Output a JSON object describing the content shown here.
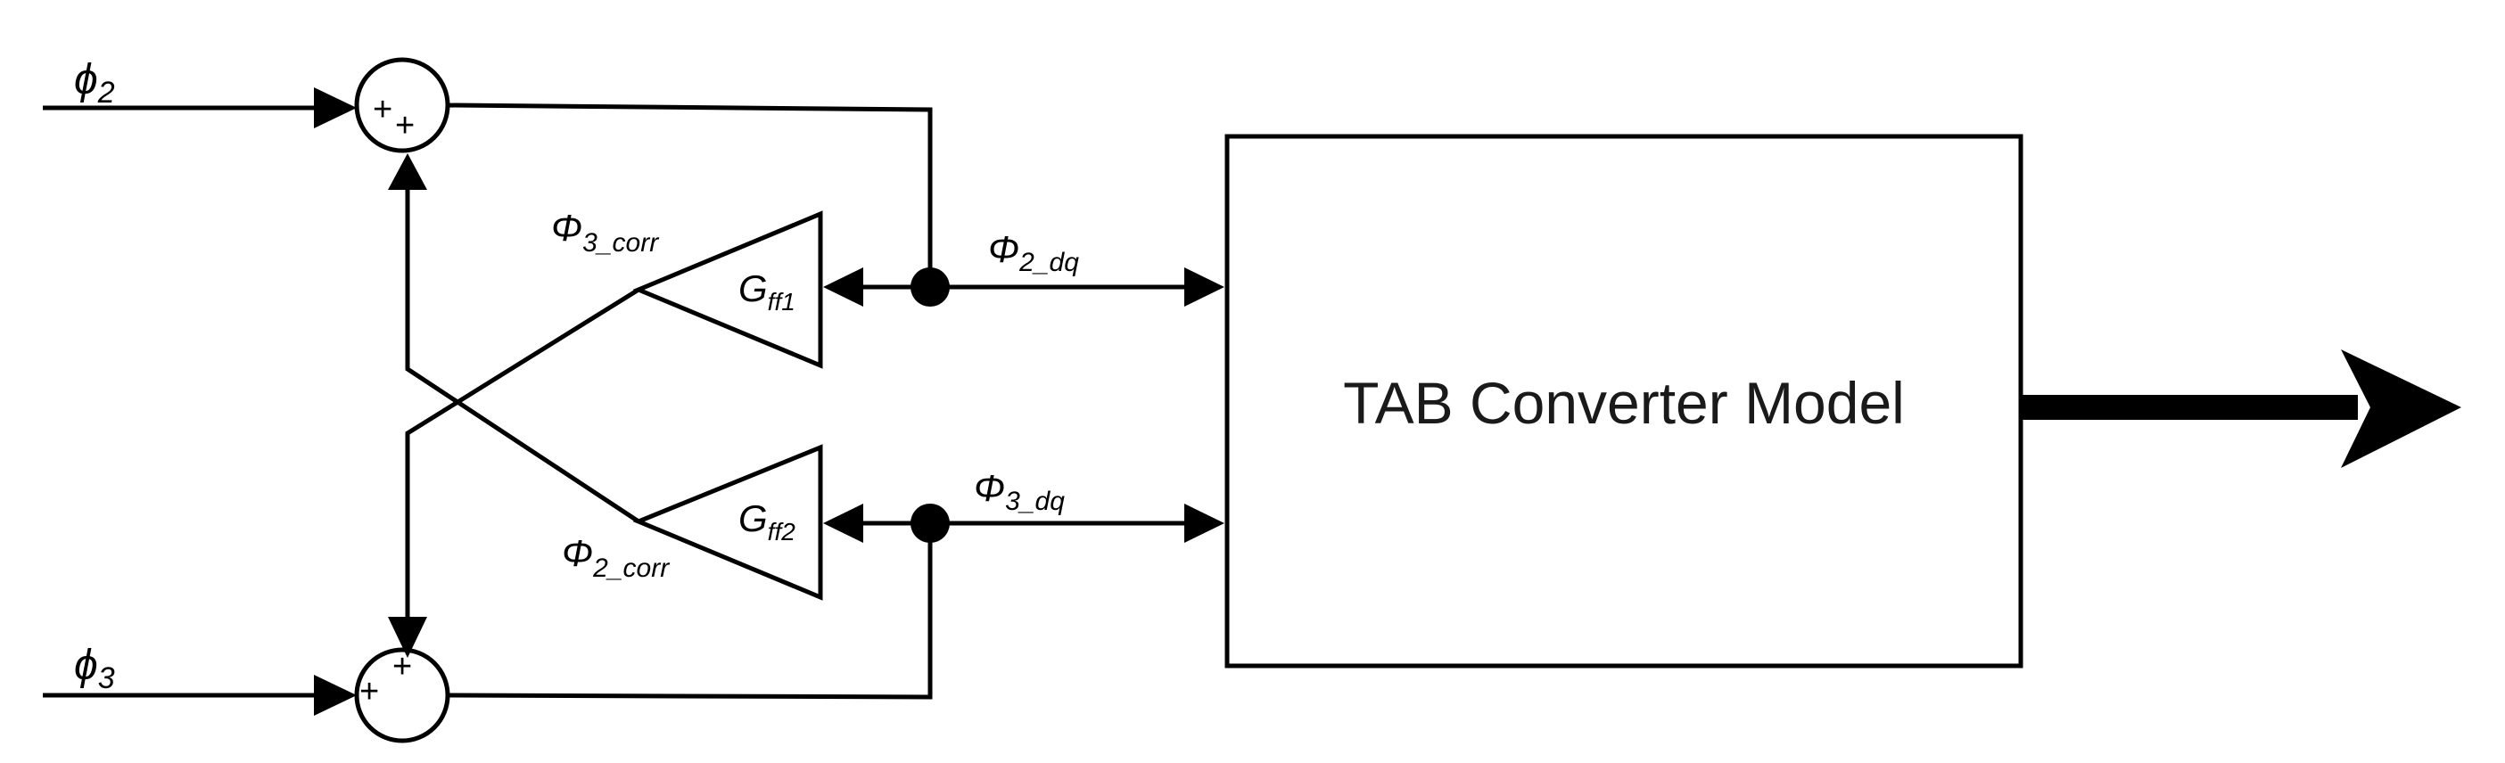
{
  "inputs": {
    "phi2": {
      "symbol": "ϕ",
      "sub": "2"
    },
    "phi3": {
      "symbol": "ϕ",
      "sub": "3"
    }
  },
  "summers": {
    "top": {
      "sign_a": "+",
      "sign_b": "+"
    },
    "bottom": {
      "sign_a": "+",
      "sign_b": "+"
    }
  },
  "gains": {
    "gff1": {
      "symbol": "G",
      "sub": "ff1"
    },
    "gff2": {
      "symbol": "G",
      "sub": "ff2"
    }
  },
  "signals": {
    "phi3_corr": {
      "symbol": "Φ",
      "sub": "3_corr"
    },
    "phi2_corr": {
      "symbol": "Φ",
      "sub": "2_corr"
    },
    "phi2_dq": {
      "symbol": "Φ",
      "sub": "2_dq"
    },
    "phi3_dq": {
      "symbol": "Φ",
      "sub": "3_dq"
    }
  },
  "block": {
    "title": "TAB Converter Model"
  }
}
